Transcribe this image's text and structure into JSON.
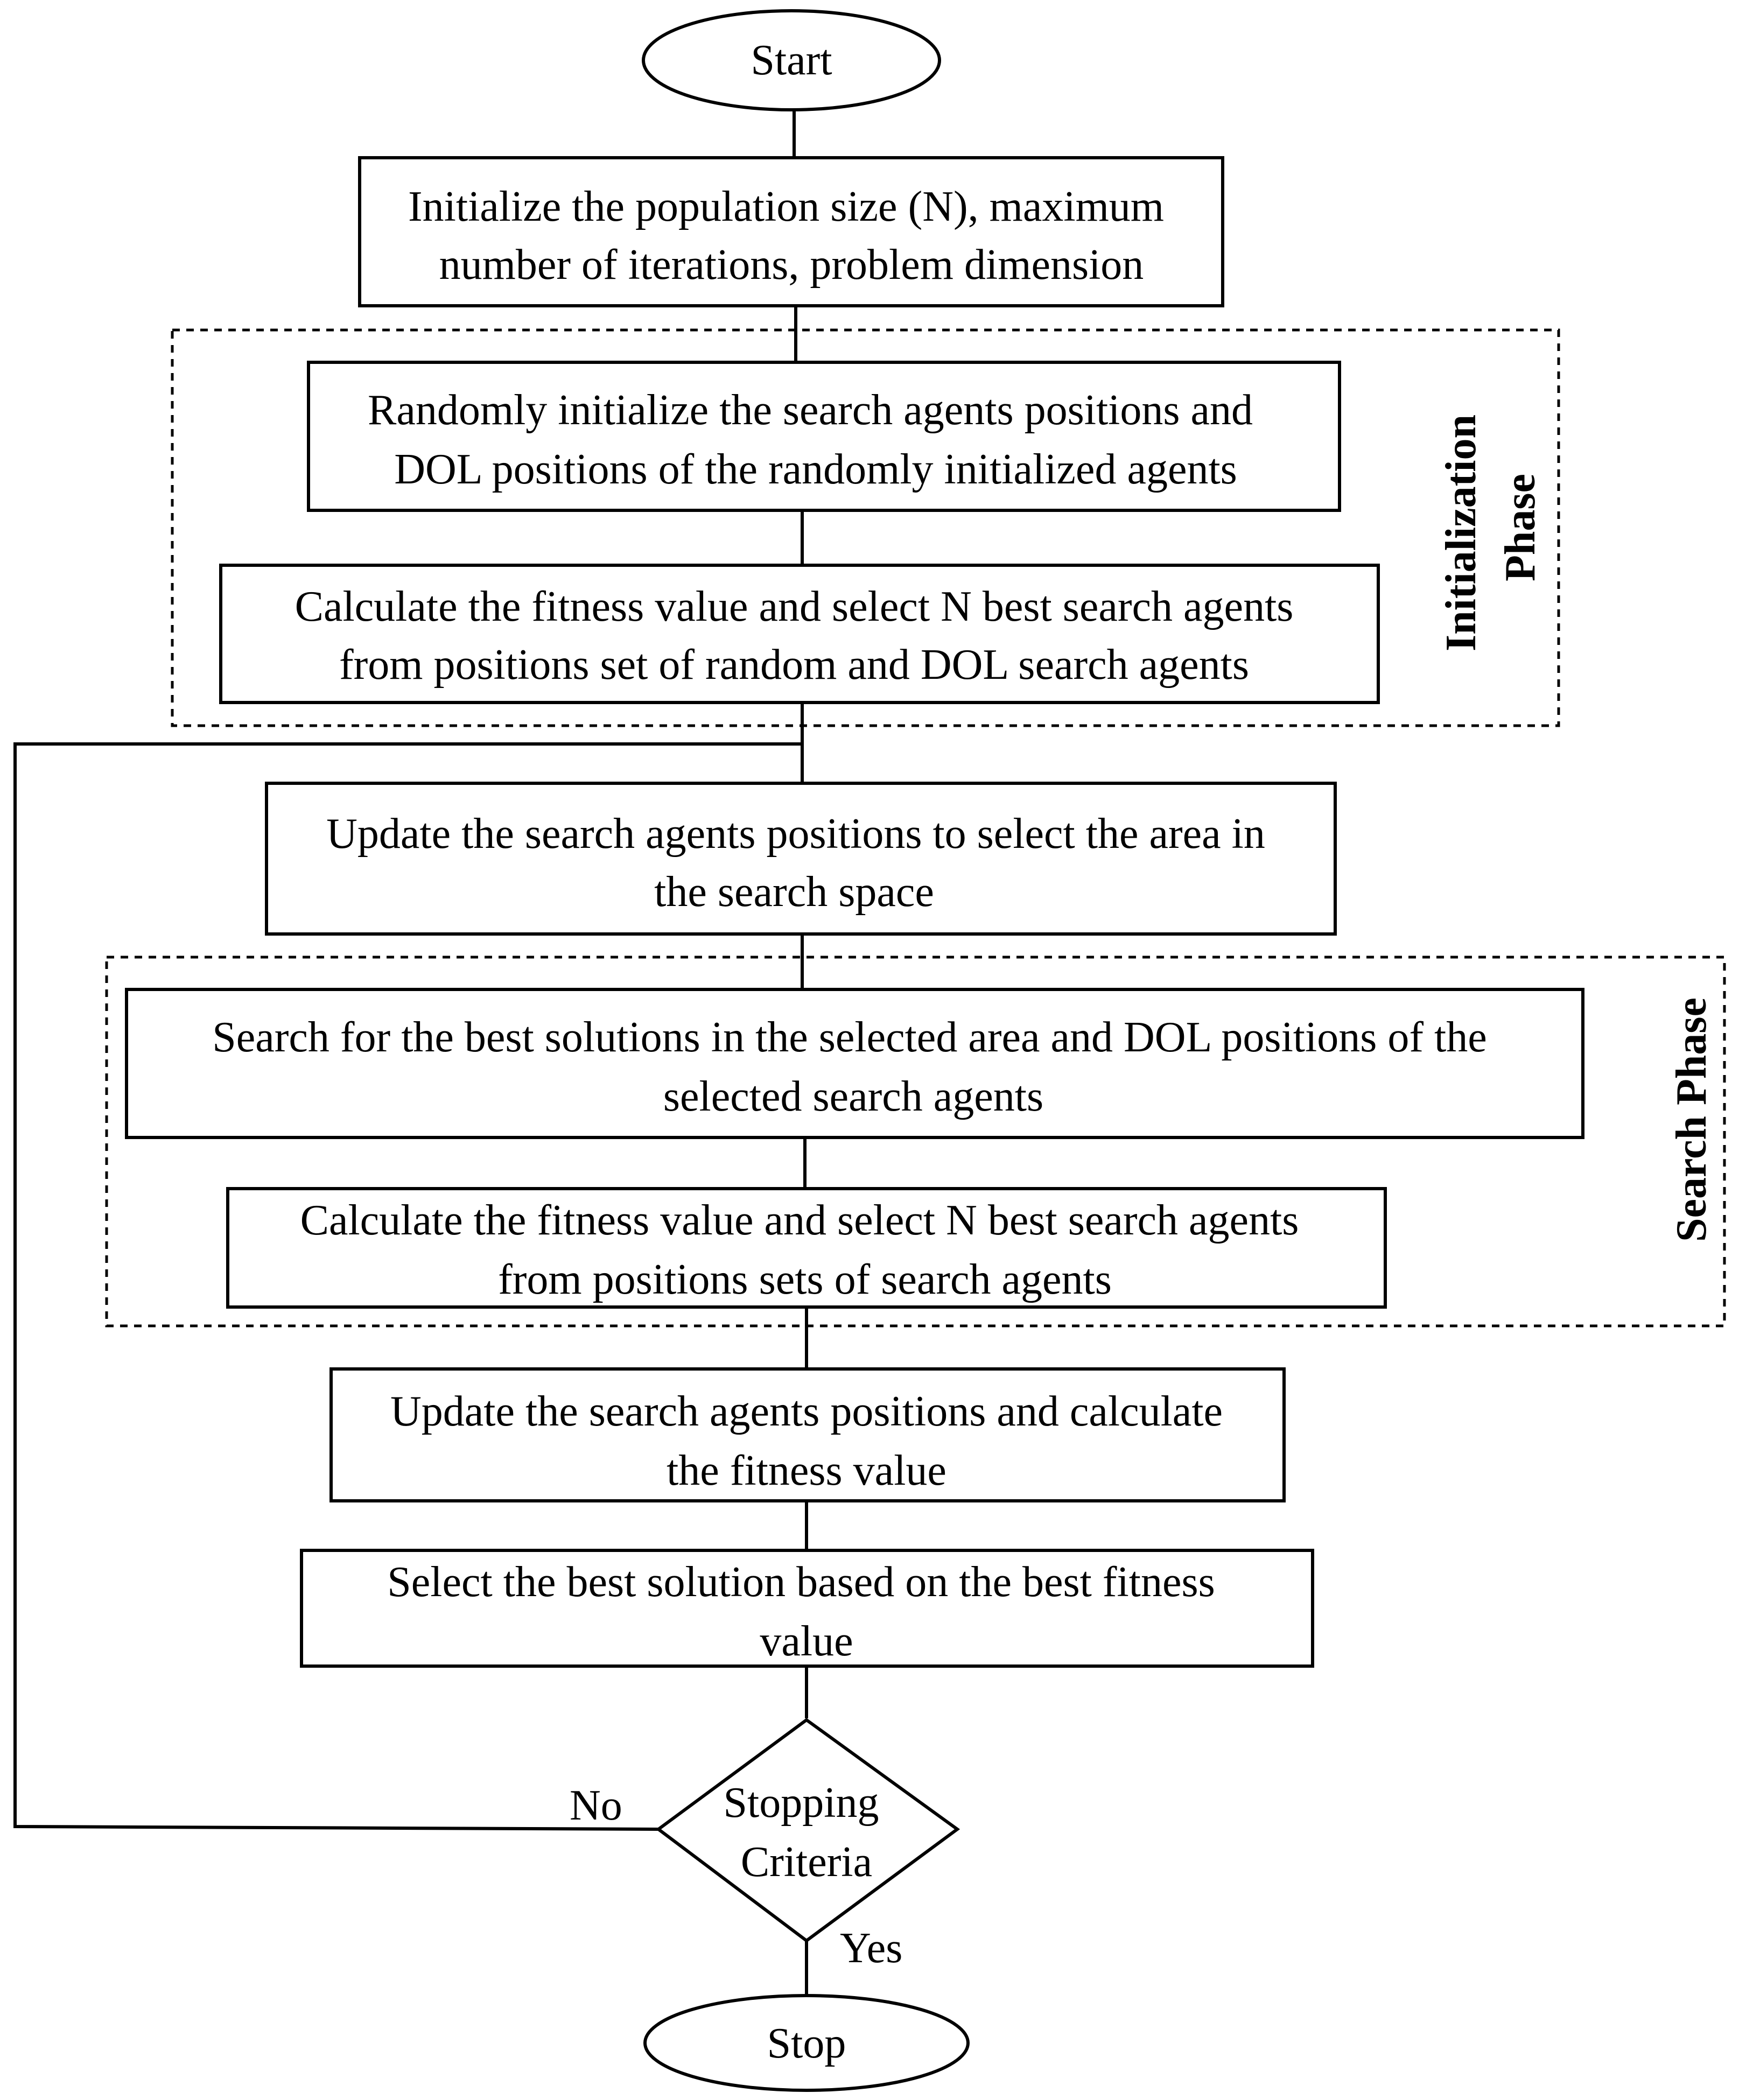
{
  "nodes": {
    "start": {
      "label": "Start"
    },
    "init_params": {
      "lines": [
        "Initialize the population size (N),  maximum",
        "number of iterations, problem dimension"
      ]
    },
    "random_init": {
      "lines": [
        "Randomly initialize the search agents positions  and",
        "DOL positions of the randomly initialized agents"
      ]
    },
    "calc_fitness_1": {
      "lines": [
        "Calculate the fitness value and select N best search agents",
        "from positions set of random and DOL search agents"
      ]
    },
    "update_area": {
      "lines": [
        "Update the search agents positions to select the area in",
        "the search space"
      ]
    },
    "search_best": {
      "lines": [
        "Search for the best solutions in the selected area and DOL positions of the",
        "selected search agents"
      ]
    },
    "calc_fitness_2": {
      "lines": [
        "Calculate the fitness value and select N best search agents",
        "from positions sets of search agents"
      ]
    },
    "update_calc": {
      "lines": [
        "Update the search agents positions and calculate",
        "the fitness value"
      ]
    },
    "select_best": {
      "lines": [
        "Select the best solution based on the best fitness",
        "value"
      ]
    },
    "stopping": {
      "lines": [
        "Stopping",
        "Criteria"
      ]
    },
    "stop": {
      "label": "Stop"
    }
  },
  "phases": {
    "initialization": {
      "lines": [
        "Initialization",
        "Phase"
      ]
    },
    "search": {
      "label": "Search Phase"
    }
  },
  "edge_labels": {
    "no": "No",
    "yes": "Yes"
  }
}
